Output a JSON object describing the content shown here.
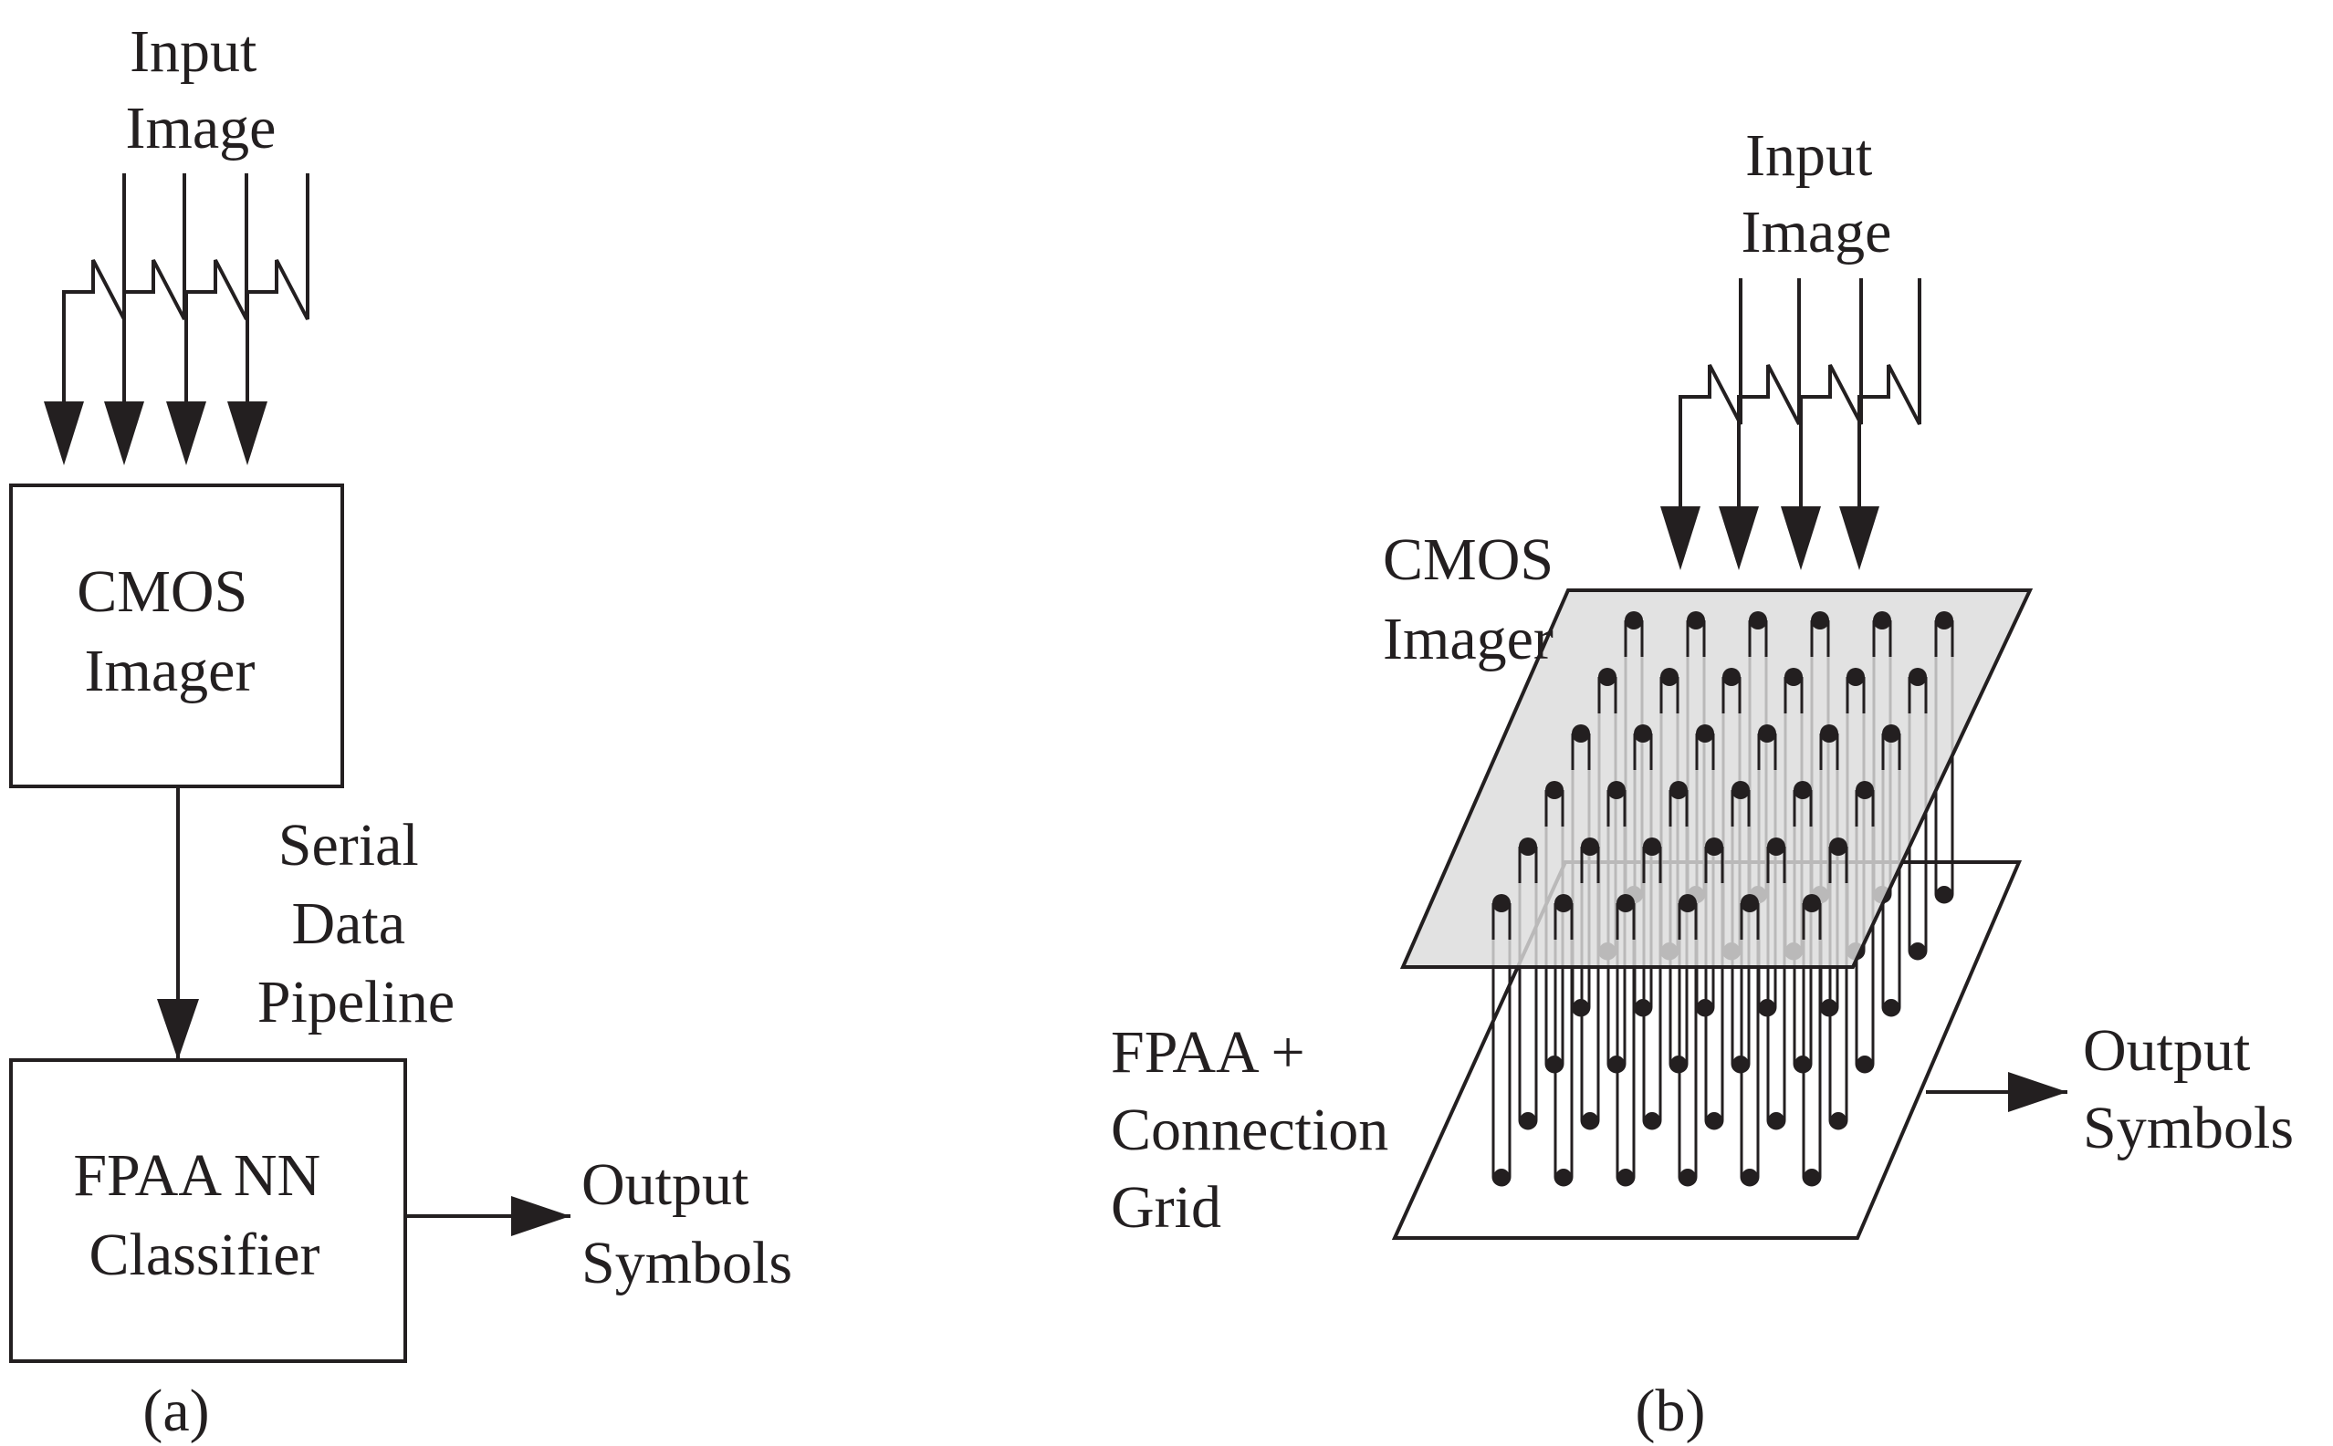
{
  "colors": {
    "stroke": "#231f20",
    "imager_fill": "#dcdcdc",
    "background": "#ffffff"
  },
  "panel_a": {
    "input_label": [
      "Input",
      "Image"
    ],
    "imager_label": [
      "CMOS",
      "Imager"
    ],
    "pipeline_label": [
      "Serial",
      "Data",
      "Pipeline"
    ],
    "classifier_label": [
      "FPAA NN",
      "Classifier"
    ],
    "output_label": [
      "Output",
      "Symbols"
    ],
    "caption": "(a)"
  },
  "panel_b": {
    "input_label": [
      "Input",
      "Image"
    ],
    "imager_label": [
      "CMOS",
      "Imager"
    ],
    "fpaa_label": [
      "FPAA +",
      "Connection",
      "Grid"
    ],
    "output_label": [
      "Output",
      "Symbols"
    ],
    "caption": "(b)"
  }
}
